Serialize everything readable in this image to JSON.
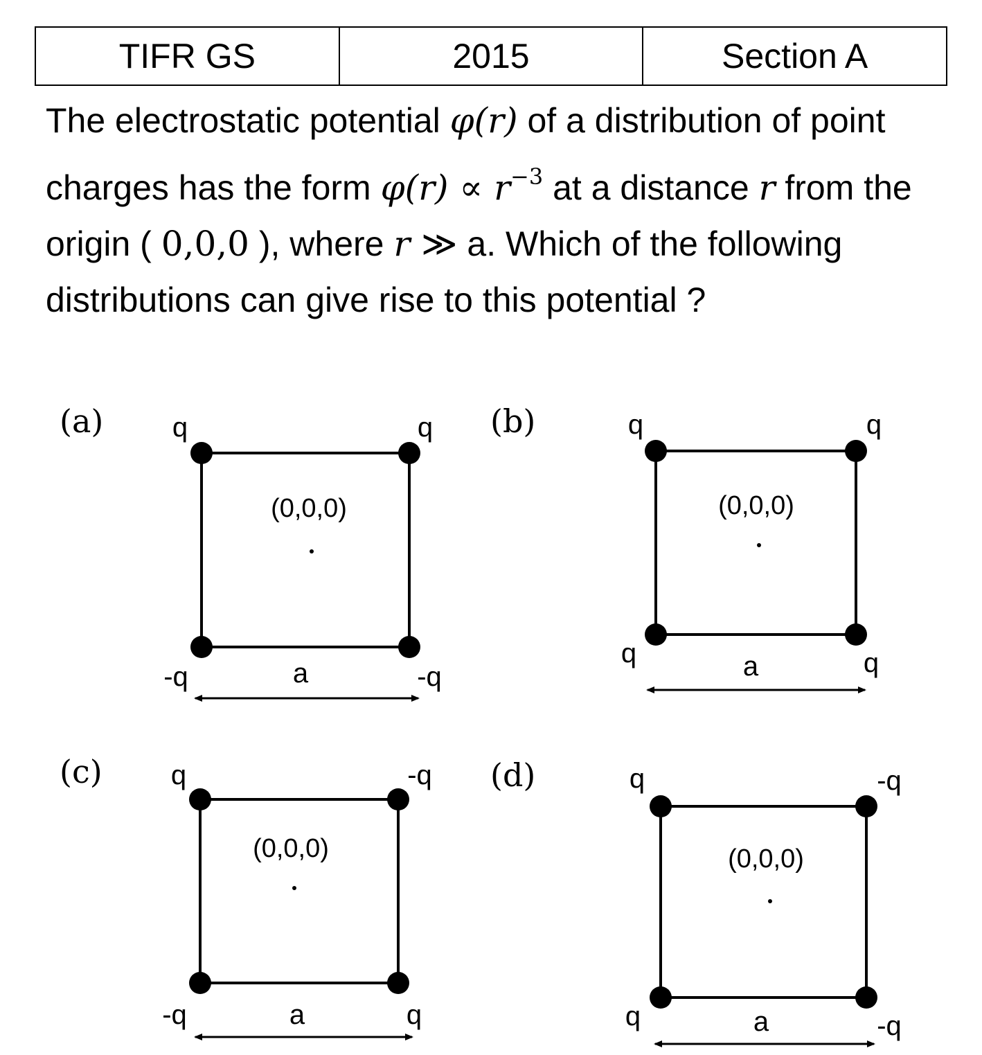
{
  "header": {
    "exam": "TIFR GS",
    "year": "2015",
    "section": "Section A"
  },
  "question": {
    "t1": "The electrostatic potential ",
    "phi": "φ",
    "r_paren": "(r)",
    "t2": " of a distribution of point charges has the form ",
    "phi2": "φ",
    "r_paren2": "(r)",
    "prop": " ∝ ",
    "r": "r",
    "exp": "−3",
    "t3": " at a distance ",
    "r2": "r",
    "t4": " from the origin ( ",
    "origin": "0,0,0",
    "t5": " ), where ",
    "r3": "r",
    "gg": " ≫",
    "t6": " a. Which of the following distributions can give rise to this potential ?"
  },
  "options": [
    {
      "label": "(a)",
      "origin_label": "(0,0,0)",
      "side_label": "a",
      "charges": {
        "top_left": "q",
        "top_right": "q",
        "bottom_left": "-q",
        "bottom_right": "-q"
      }
    },
    {
      "label": "(b)",
      "origin_label": "(0,0,0)",
      "side_label": "a",
      "charges": {
        "top_left": "q",
        "top_right": "q",
        "bottom_left": "q",
        "bottom_right": "q"
      }
    },
    {
      "label": "(c)",
      "origin_label": "(0,0,0)",
      "side_label": "a",
      "charges": {
        "top_left": "q",
        "top_right": "-q",
        "bottom_left": "-q",
        "bottom_right": "q"
      }
    },
    {
      "label": "(d)",
      "origin_label": "(0,0,0)",
      "side_label": "a",
      "charges": {
        "top_left": "q",
        "top_right": "-q",
        "bottom_left": "q",
        "bottom_right": "-q"
      }
    }
  ]
}
